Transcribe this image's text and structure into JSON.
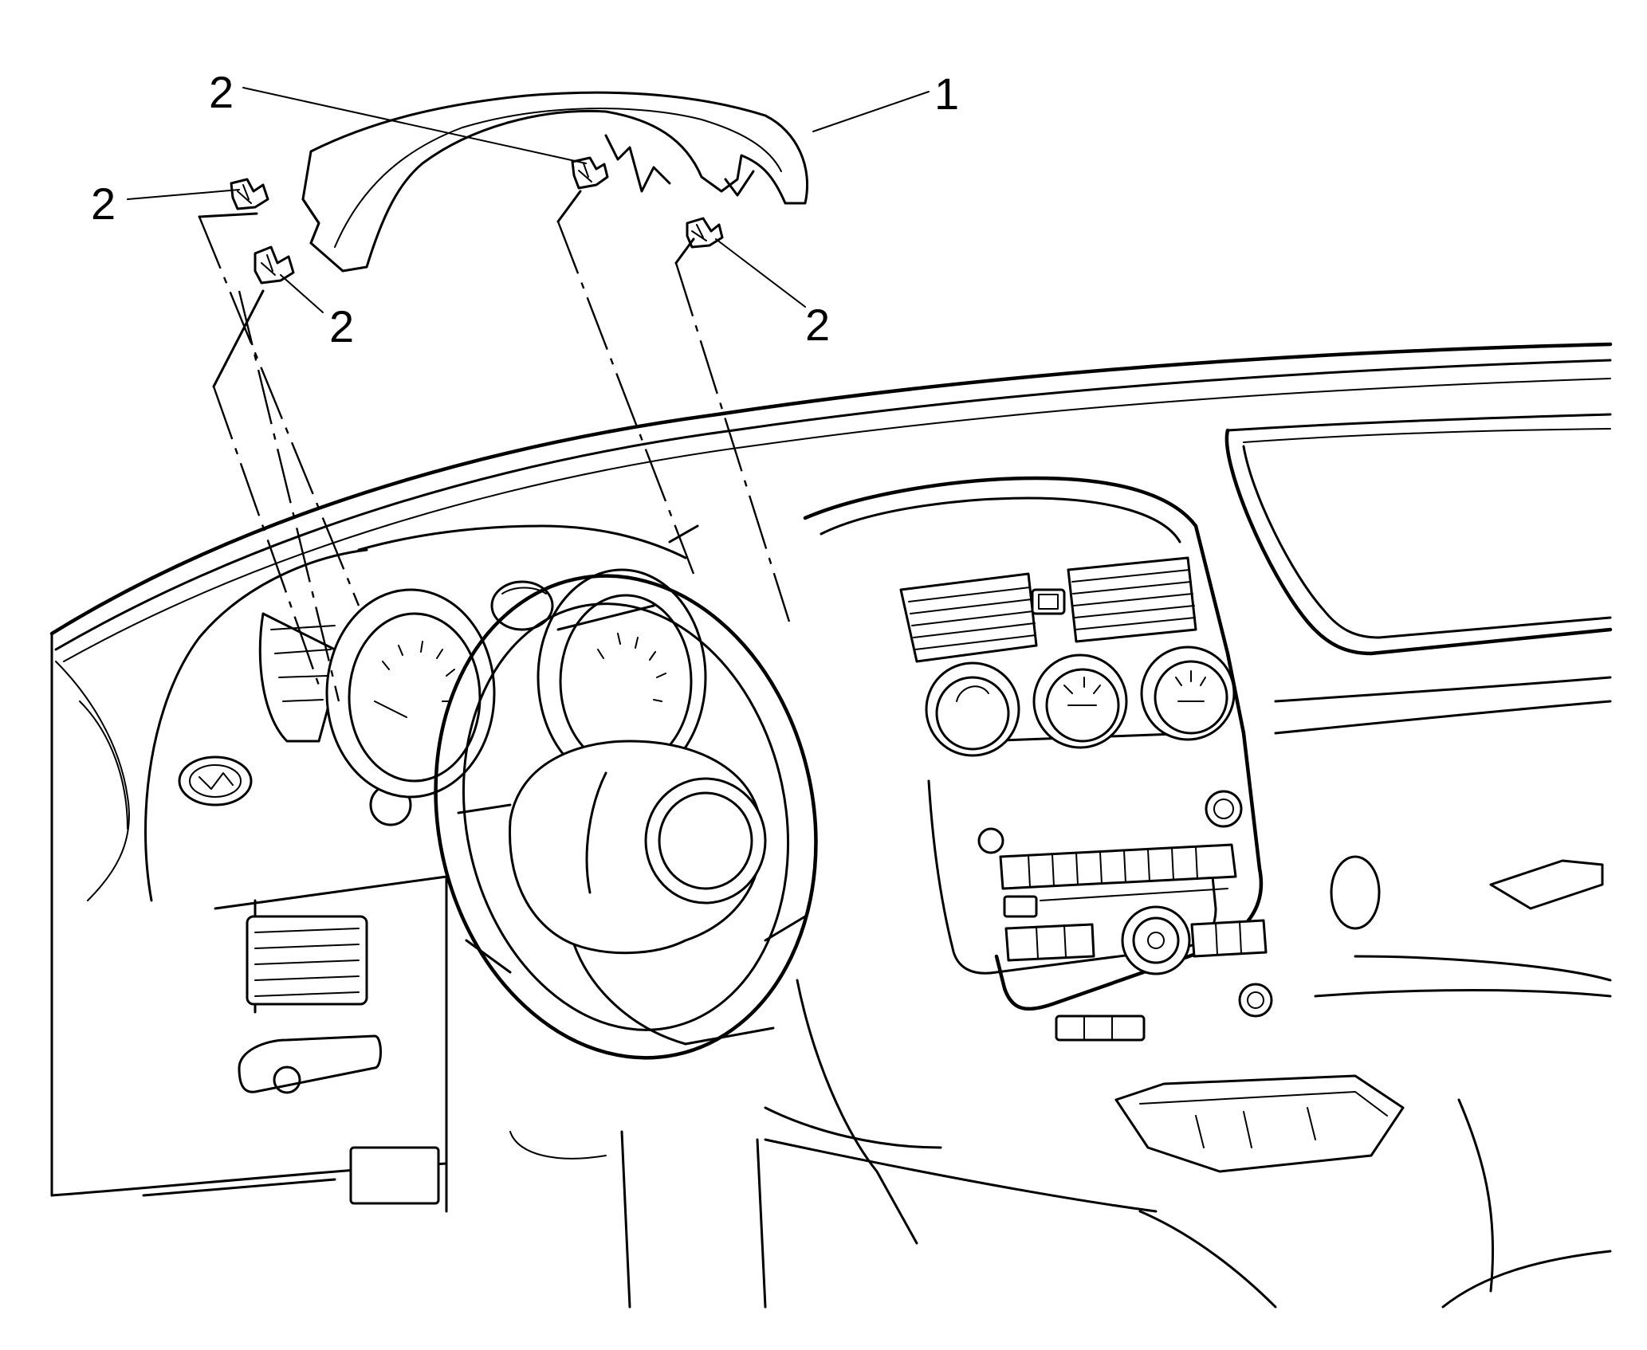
{
  "figure": {
    "callouts": [
      {
        "id": "cover",
        "label": "1"
      },
      {
        "id": "clip-top-center",
        "label": "2"
      },
      {
        "id": "clip-left-upper",
        "label": "2"
      },
      {
        "id": "clip-left-lower",
        "label": "2"
      },
      {
        "id": "clip-right",
        "label": "2"
      }
    ]
  }
}
